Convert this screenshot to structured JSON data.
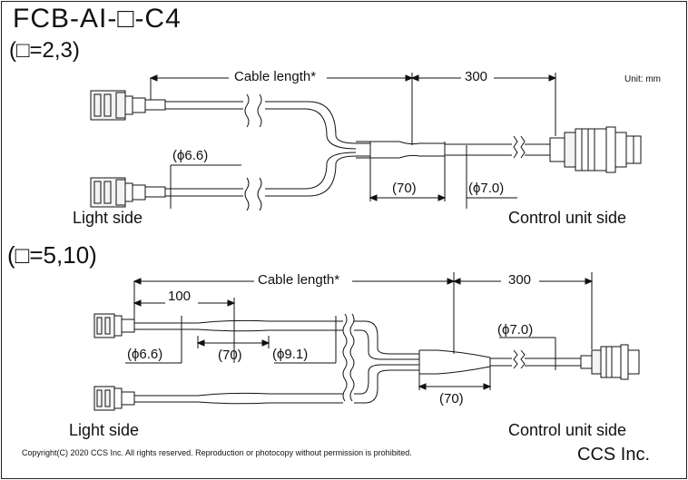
{
  "title": "FCB-AI-□-C4",
  "section1": {
    "subtitle": "(□=2,3)",
    "cable_length": "Cable length*",
    "length_300": "300",
    "unit": "Unit: mm",
    "dia_small": "(ϕ6.6)",
    "len_70": "(70)",
    "dia_large": "(ϕ7.0)",
    "light_side": "Light side",
    "control_side": "Control unit side"
  },
  "section2": {
    "subtitle": "(□=5,10)",
    "cable_length": "Cable length*",
    "length_300": "300",
    "length_100": "100",
    "dia_small": "(ϕ6.6)",
    "len_70a": "(70)",
    "dia_mid": "(ϕ9.1)",
    "dia_large": "(ϕ7.0)",
    "len_70b": "(70)",
    "light_side": "Light side",
    "control_side": "Control unit side"
  },
  "copyright": "Copyright(C) 2020 CCS Inc. All rights reserved. Reproduction or photocopy without permission is prohibited.",
  "company": "CCS Inc."
}
